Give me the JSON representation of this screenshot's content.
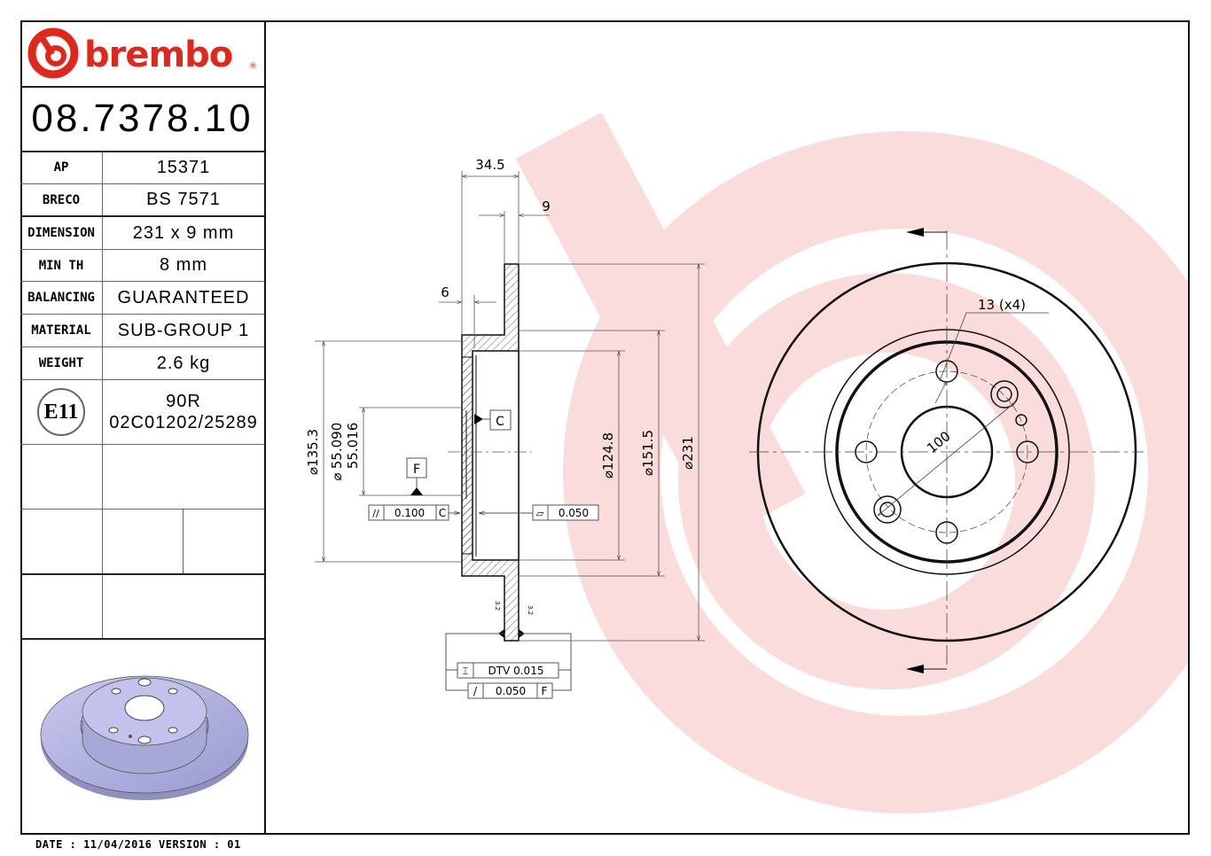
{
  "brand": {
    "name": "brembo",
    "registered": "®",
    "color": "#e1261c",
    "watermark_color": "#f9dada"
  },
  "part_number": "08.7378.10",
  "specs": [
    {
      "key": "AP",
      "value": "15371"
    },
    {
      "key": "BRECO",
      "value": "BS 7571"
    },
    {
      "key": "DIMENSION",
      "value": "231 x 9 mm"
    },
    {
      "key": "MIN TH",
      "value": "8 mm"
    },
    {
      "key": "BALANCING",
      "value": "GUARANTEED"
    },
    {
      "key": "MATERIAL",
      "value": "SUB-GROUP 1"
    },
    {
      "key": "WEIGHT",
      "value": "2.6 kg"
    }
  ],
  "certification": {
    "mark": "E11",
    "regulation": "90R",
    "approval": "02C01202/25289"
  },
  "footer": {
    "text": "DATE : 11/04/2016 VERSION : 01"
  },
  "section_view": {
    "dims": {
      "overall_height": "34.5",
      "disc_thickness": "9",
      "hat_thickness": "6",
      "d_hat_outer": "⌀135.3",
      "d_bore_max": "55.090",
      "d_bore_min": "55.016",
      "d_bore_prefix": "⌀",
      "d_inner": "⌀124.8",
      "d_friction_inner": "⌀151.5",
      "d_outer": "⌀231"
    },
    "datums": {
      "c": "C",
      "f": "F"
    },
    "tolerances": {
      "parallelism": {
        "symbol": "//",
        "value": "0.100",
        "datum": "C"
      },
      "flatness": {
        "symbol": "▱",
        "value": "0.050"
      },
      "dtv": {
        "symbol": "⌶",
        "value": "DTV 0.015"
      },
      "runout": {
        "symbol": "/",
        "value": "0.050",
        "datum": "F"
      }
    },
    "roughness": [
      "3.2",
      "3.2"
    ]
  },
  "front_view": {
    "bolt_hole_label": "13 (x4)",
    "pcd_label": "100"
  }
}
